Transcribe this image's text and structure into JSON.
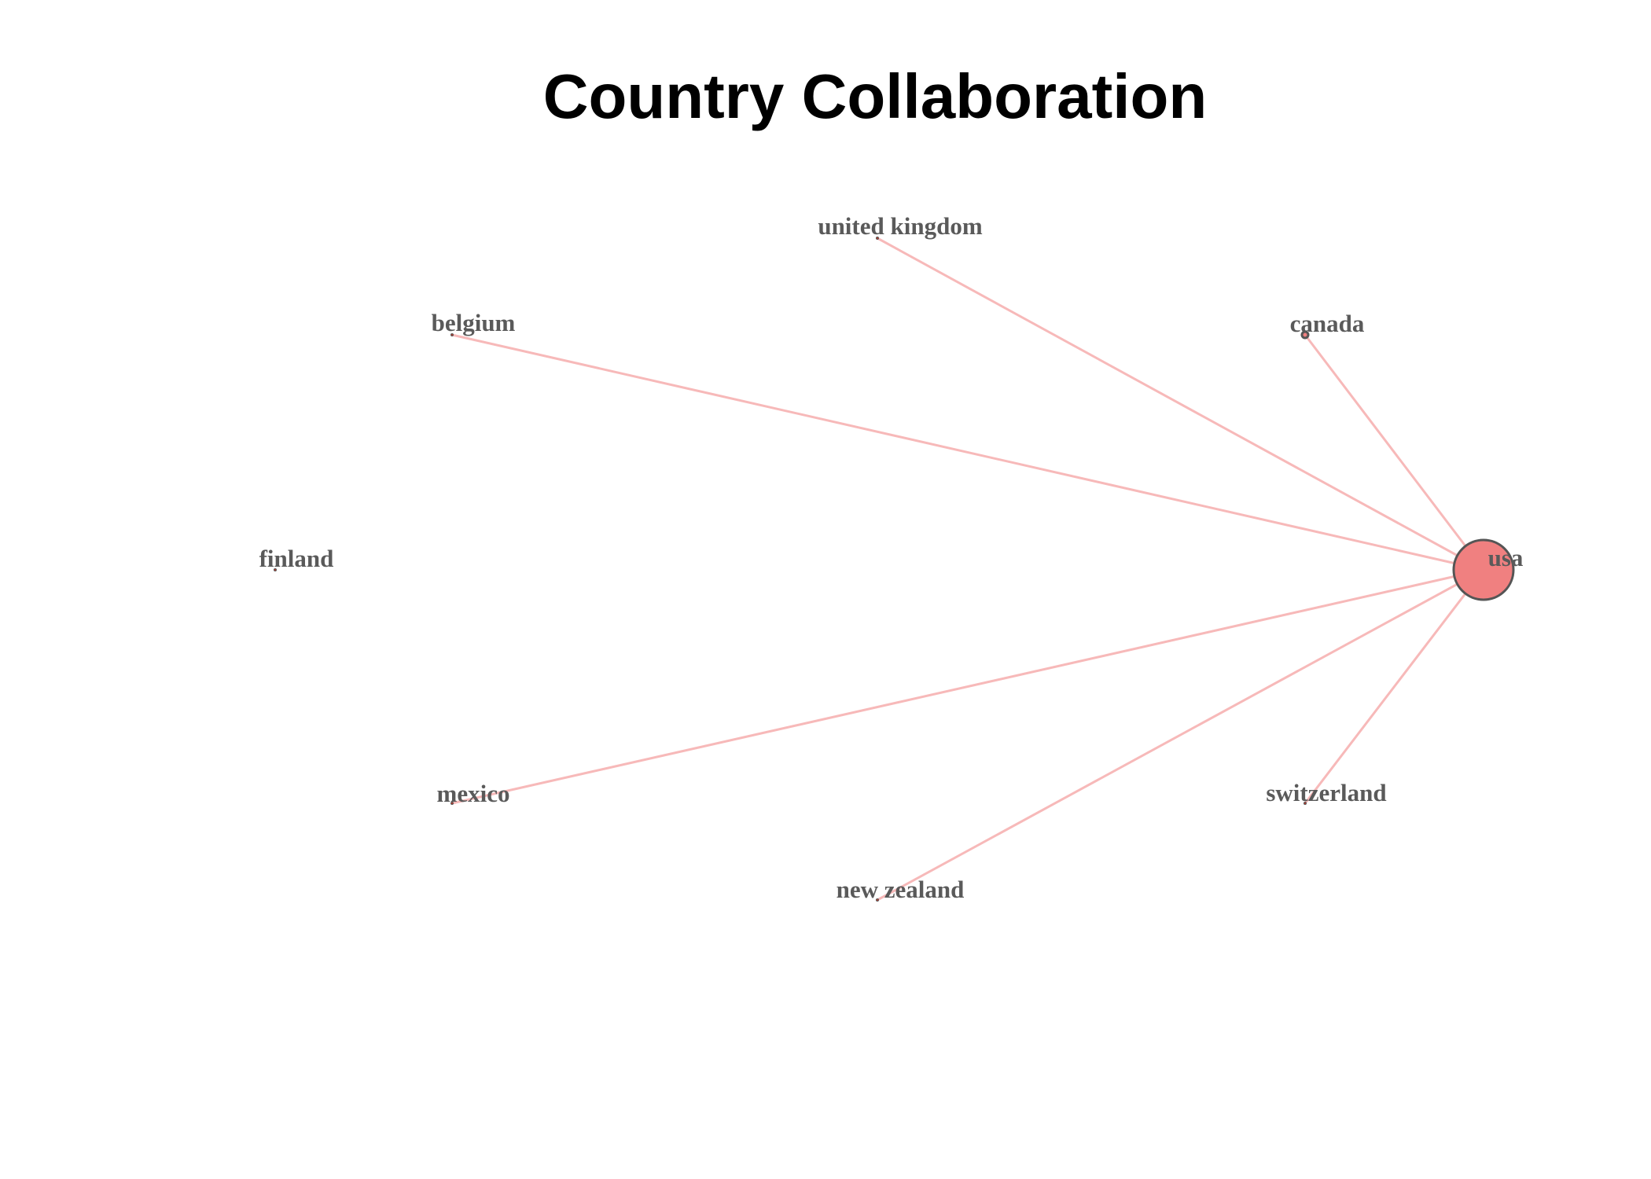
{
  "title": "Country Collaboration",
  "colors": {
    "edge": "#f08080",
    "node_fill": "#f08080",
    "node_stroke": "#555555",
    "label": "#5a5a5a"
  },
  "nodes": [
    {
      "id": "usa",
      "label": "usa"
    },
    {
      "id": "canada",
      "label": "canada"
    },
    {
      "id": "united-kingdom",
      "label": "united kingdom"
    },
    {
      "id": "belgium",
      "label": "belgium"
    },
    {
      "id": "finland",
      "label": "finland"
    },
    {
      "id": "mexico",
      "label": "mexico"
    },
    {
      "id": "new-zealand",
      "label": "new zealand"
    },
    {
      "id": "switzerland",
      "label": "switzerland"
    }
  ],
  "edges": [
    {
      "from": "usa",
      "to": "canada"
    },
    {
      "from": "usa",
      "to": "united-kingdom"
    },
    {
      "from": "usa",
      "to": "belgium"
    },
    {
      "from": "usa",
      "to": "mexico"
    },
    {
      "from": "usa",
      "to": "new-zealand"
    },
    {
      "from": "usa",
      "to": "switzerland"
    }
  ]
}
